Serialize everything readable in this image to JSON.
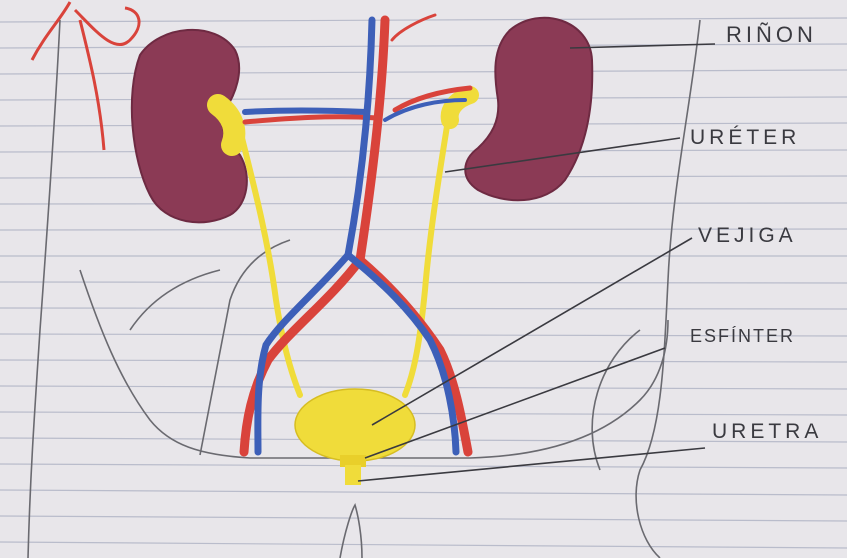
{
  "diagram": {
    "labels": {
      "kidney": "RIÑON",
      "ureter": "URÉTER",
      "bladder": "VEJIGA",
      "sphincter": "ESFÍNTER",
      "urethra": "URETRA"
    },
    "colors": {
      "paper": "#e8e6ea",
      "rule_line": "#b9bccb",
      "pencil": "#5a5a60",
      "kidney": "#8b3a55",
      "artery": "#d9433b",
      "vein": "#3d5fb8",
      "urine_yellow": "#f0dc3a"
    }
  }
}
